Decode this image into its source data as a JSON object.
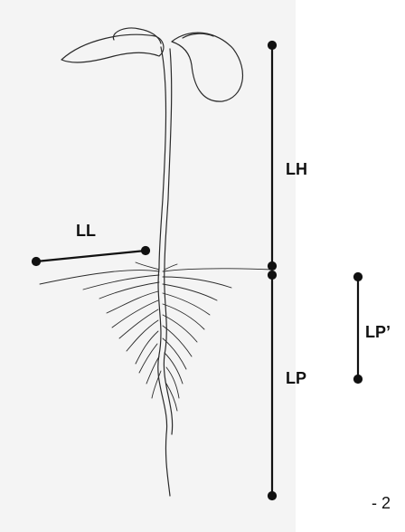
{
  "labels": {
    "lh": "LH",
    "ll": "LL",
    "lp": "LP",
    "lp_prime": "LP’",
    "scale_fragment": "- 2"
  },
  "colors": {
    "panel_background": "#f4f4f4",
    "ink": "#111111"
  }
}
